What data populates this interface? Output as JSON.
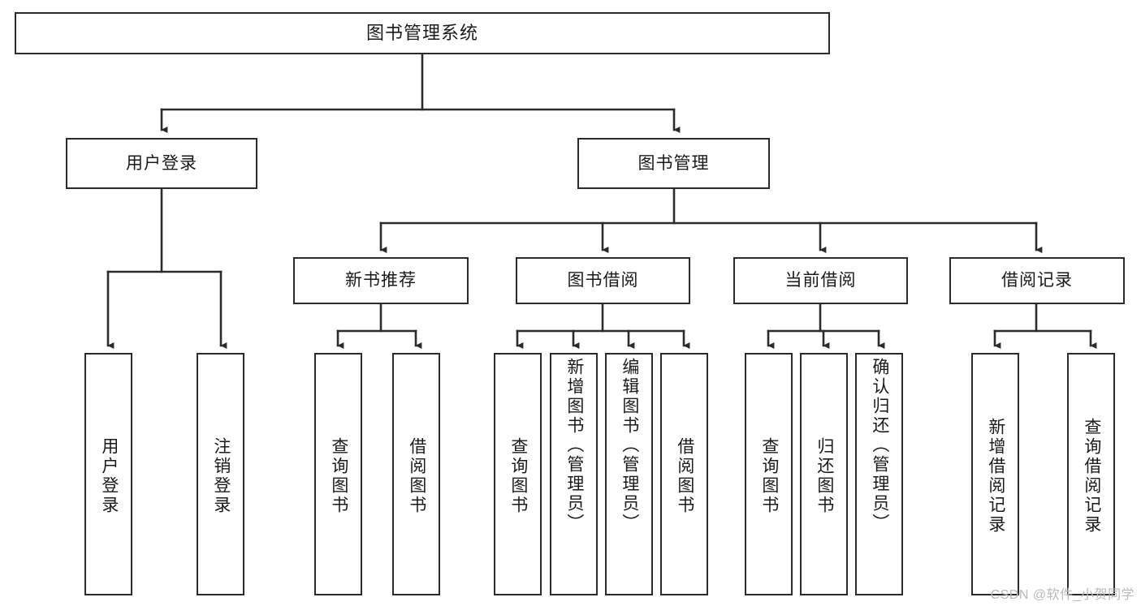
{
  "diagram": {
    "title": "图书管理系统",
    "type": "tree-hierarchy-diagram",
    "colors": {
      "stroke": "#2b2b2b",
      "fill": "#ffffff",
      "text": "#1a1a1a",
      "watermark": "#b9b9b9"
    },
    "levels": {
      "root": "图书管理系统",
      "level2": [
        "用户登录",
        "图书管理"
      ],
      "level3": [
        "新书推荐",
        "图书借阅",
        "当前借阅",
        "借阅记录"
      ]
    },
    "nodes": {
      "root": {
        "label": "图书管理系统"
      },
      "user_login": {
        "label": "用户登录"
      },
      "book_manage": {
        "label": "图书管理"
      },
      "new_book_rec": {
        "label": "新书推荐"
      },
      "book_borrow": {
        "label": "图书借阅"
      },
      "current_borrow": {
        "label": "当前借阅"
      },
      "borrow_record": {
        "label": "借阅记录"
      }
    },
    "leaves": {
      "user_login": [
        {
          "label": "用户登录"
        },
        {
          "label": "注销登录"
        }
      ],
      "new_book_rec": [
        {
          "label": "查询图书"
        },
        {
          "label": "借阅图书"
        }
      ],
      "book_borrow": [
        {
          "label": "查询图书"
        },
        {
          "label": "新增图书（管理员）"
        },
        {
          "label": "编辑图书（管理员）"
        },
        {
          "label": "借阅图书"
        }
      ],
      "current_borrow": [
        {
          "label": "查询图书"
        },
        {
          "label": "归还图书"
        },
        {
          "label": "确认归还（管理员）"
        }
      ],
      "borrow_record": [
        {
          "label": "新增借阅记录"
        },
        {
          "label": "查询借阅记录"
        }
      ]
    },
    "watermark": "CSDN @软件_小贺同学"
  }
}
